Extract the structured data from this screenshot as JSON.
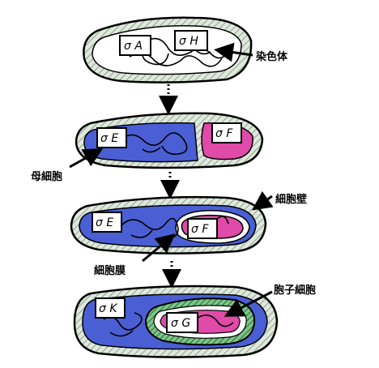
{
  "labels": {
    "chromosome": "染色体",
    "mother_cell": "母細胞",
    "cell_wall": "細胞壁",
    "cell_membrane": "細胞膜",
    "spore": "胞子細胞"
  },
  "sigma_factors": {
    "stage1_a": "σ A",
    "stage1_h": "σ H",
    "stage2_e": "σ E",
    "stage2_f": "σ F",
    "stage3_e": "σ E",
    "stage3_f": "σ F",
    "stage4_k": "σ K",
    "stage4_g": "σ G"
  },
  "colors": {
    "cytoplasm_blue": "#4a5fd4",
    "forespore_pink": "#e04aa8",
    "cell_wall_hatch": "#c9d6c6",
    "spore_coat_green": "#2f8f3e",
    "outline": "#000000"
  },
  "icons": [
    "dotted-down-arrow-icon",
    "pointer-arrow-icon"
  ]
}
